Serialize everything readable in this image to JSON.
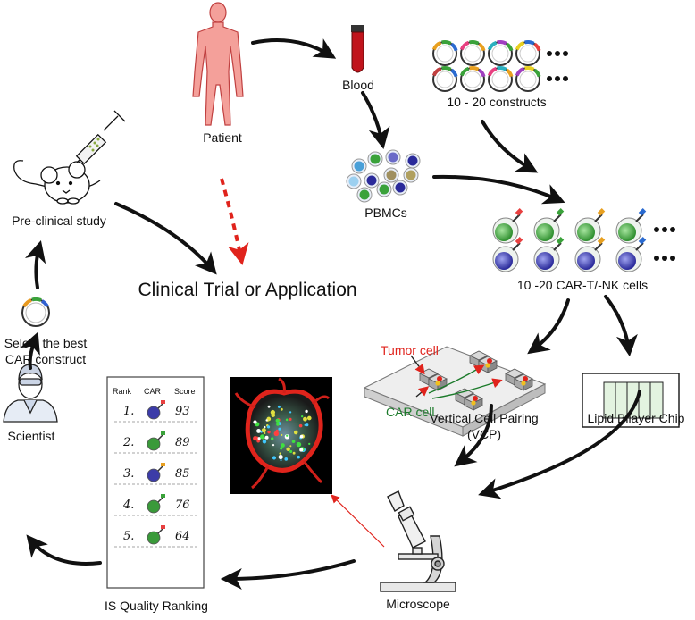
{
  "labels": {
    "patient": "Patient",
    "blood": "Blood",
    "constructs": "10 - 20 constructs",
    "pbmcs": "PBMCs",
    "car_cells": "10 -20 CAR-T/-NK cells",
    "preclinical": "Pre-clinical study",
    "clinical": "Clinical Trial or Application",
    "select_line1": "Select the best",
    "select_line2": "CAR construct",
    "tumor_cell": "Tumor cell",
    "car_cell": "CAR cell",
    "vcp_line1": "Vertical Cell Pairing",
    "vcp_line2": "(VCP)",
    "lipid": "Lipid Bilayer Chip",
    "scientist": "Scientist",
    "microscope": "Microscope",
    "ranking": "IS Quality Ranking"
  },
  "ellipsis": "•••",
  "ranking_table": {
    "headers": [
      "Rank",
      "CAR",
      "Score"
    ],
    "rows": [
      {
        "rank": "1.",
        "score": "93",
        "cell_color": "#3c3ca8"
      },
      {
        "rank": "2.",
        "score": "89",
        "cell_color": "#3a9a3a"
      },
      {
        "rank": "3.",
        "score": "85",
        "cell_color": "#3c3ca8"
      },
      {
        "rank": "4.",
        "score": "76",
        "cell_color": "#3a9a3a"
      },
      {
        "rank": "5.",
        "score": "64",
        "cell_color": "#3a9a3a"
      }
    ]
  },
  "colors": {
    "skin": "#f4a09a",
    "blood": "#c0141c",
    "t_cell": "#3aa23a",
    "nk_cell": "#3c3cb0",
    "dashed_arrow": "#e0231c",
    "arrow": "#111111"
  }
}
